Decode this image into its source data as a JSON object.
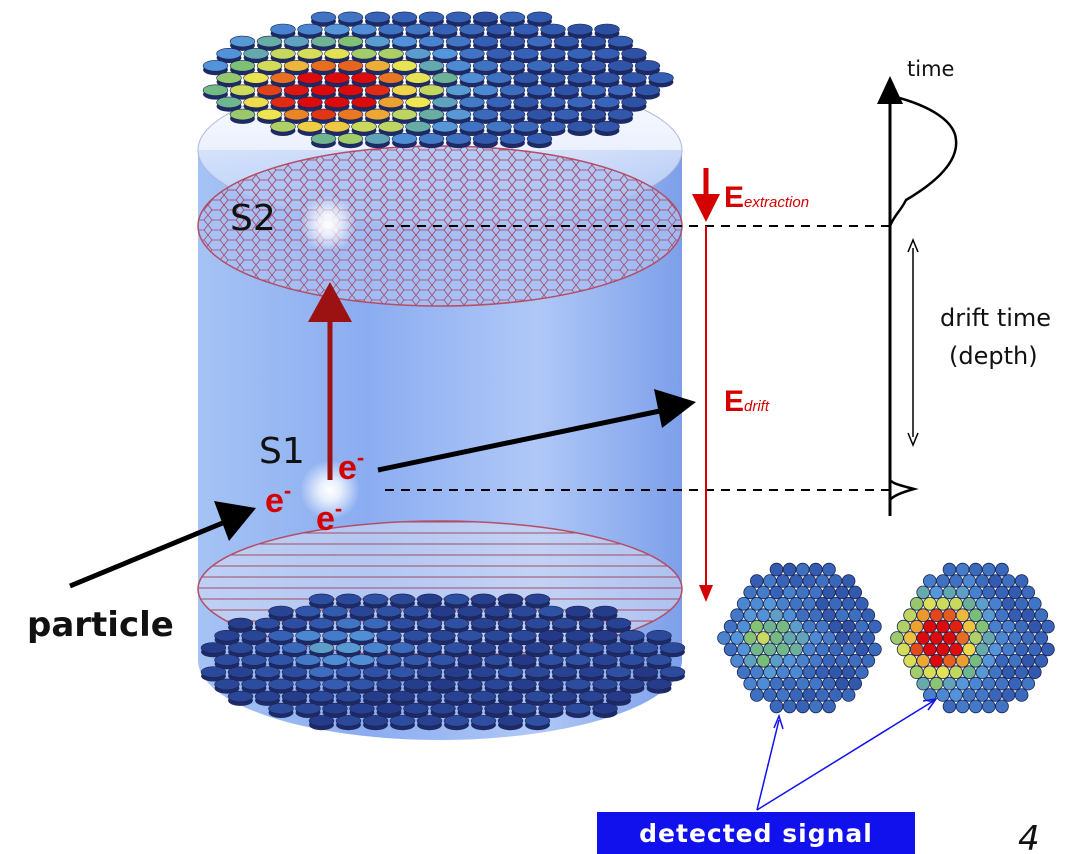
{
  "labels": {
    "time": "time",
    "s2": "S2",
    "s1": "S1",
    "e_extraction_main": "E",
    "e_extraction_sub": "extraction",
    "e_drift_main": "E",
    "e_drift_sub": "drift",
    "drift_time": "drift time",
    "depth": "(depth)",
    "particle": "particle",
    "electron": "e",
    "electron_sup": "-",
    "detected_signal": "detected signal",
    "page_number": "4"
  },
  "colors": {
    "tpc_body": "#7fa6ee",
    "field_arrow": "#d50000",
    "s2_arrow": "#9c1111",
    "signal_box": "#1111ee",
    "pmt_cold": "#2b3f8f",
    "pmt_hot": "#e00000"
  }
}
